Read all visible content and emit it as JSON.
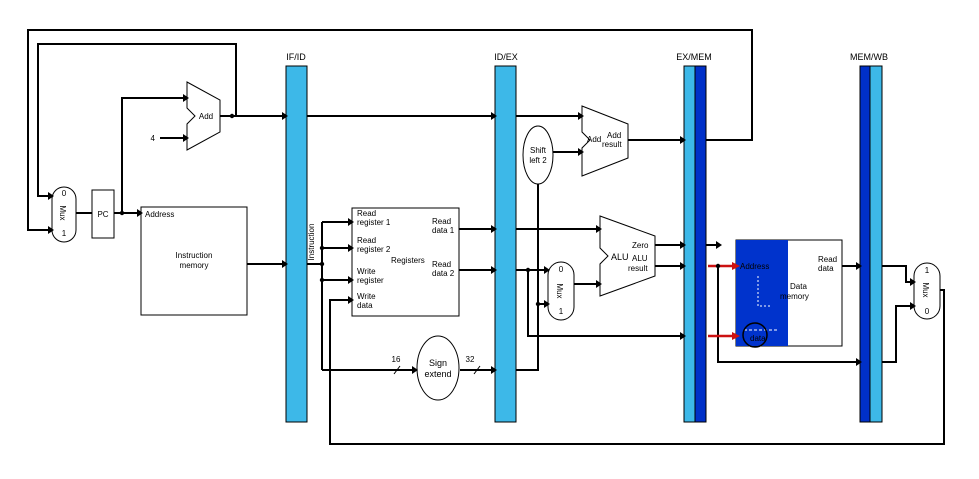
{
  "colors": {
    "pipeline_register": "#3db8e8",
    "pipeline_register_dark": "#0030c8",
    "highlight_block": "#0033cc",
    "annotation": "#cc1111"
  },
  "stages": {
    "if_id": "IF/ID",
    "id_ex": "ID/EX",
    "ex_mem": "EX/MEM",
    "mem_wb": "MEM/WB"
  },
  "pc": {
    "label": "PC"
  },
  "if_add": {
    "label": "Add",
    "constant": "4"
  },
  "instruction_memory": {
    "port": "Address",
    "line1": "Instruction",
    "line2": "memory"
  },
  "instruction_bus": {
    "label": "Instruction"
  },
  "registers": {
    "read_reg1_a": "Read",
    "read_reg1_b": "register 1",
    "read_reg2_a": "Read",
    "read_reg2_b": "register 2",
    "write_reg_a": "Write",
    "write_reg_b": "register",
    "write_data_a": "Write",
    "write_data_b": "data",
    "title": "Registers",
    "read_data1_a": "Read",
    "read_data1_b": "data 1",
    "read_data2_a": "Read",
    "read_data2_b": "data 2"
  },
  "sign_extend": {
    "line1": "Sign",
    "line2": "extend",
    "in_width": "16",
    "out_width": "32"
  },
  "shift_left": {
    "line1": "Shift",
    "line2": "left 2"
  },
  "branch_add": {
    "in_label": "Add",
    "out_a": "Add",
    "out_b": "result"
  },
  "alu": {
    "label": "ALU",
    "zero": "Zero",
    "result_a": "ALU",
    "result_b": "result"
  },
  "data_memory": {
    "address": "Address",
    "write_data": "data",
    "line1": "Data",
    "line2": "memory",
    "read_a": "Read",
    "read_b": "data"
  },
  "muxes": {
    "label": "Mux",
    "in0": "0",
    "in1": "1"
  }
}
